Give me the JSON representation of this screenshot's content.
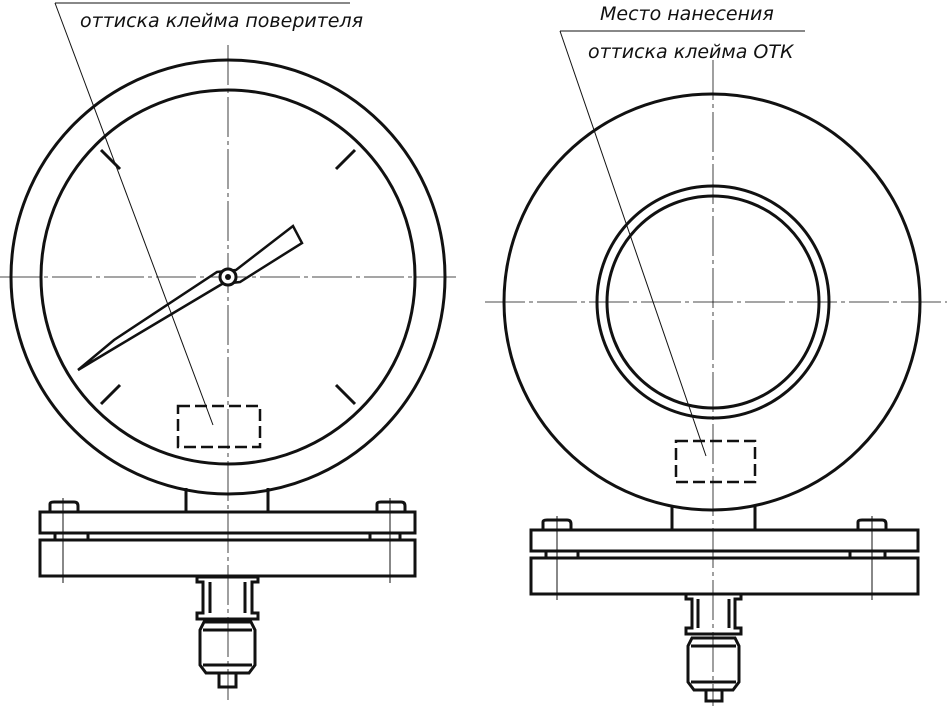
{
  "left_view": {
    "label_line2": "оттиска клейма поверителя"
  },
  "right_view": {
    "label_line1": "Место нанесения",
    "label_line2": "оттиска клейма ОТК"
  }
}
